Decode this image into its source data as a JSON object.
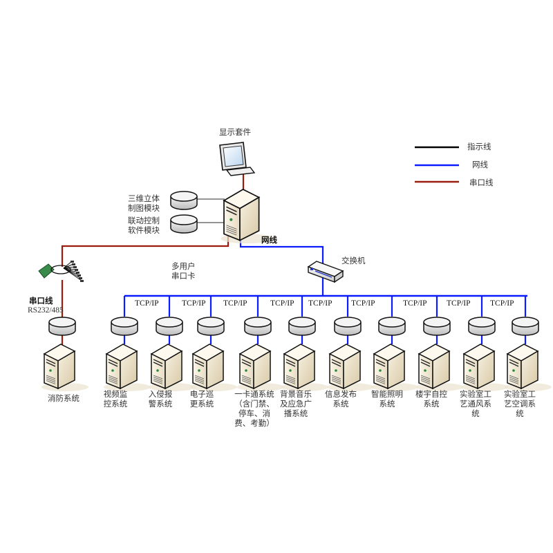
{
  "colors": {
    "indicator_line": "#000000",
    "network_line": "#0a1bff",
    "serial_line": "#9b1c0c"
  },
  "legend": [
    {
      "label": "指示线",
      "color": "#000000"
    },
    {
      "label": "网线",
      "color": "#0a1bff"
    },
    {
      "label": "串口线",
      "color": "#9b1c0c"
    }
  ],
  "display_kit": {
    "label": "显示套件"
  },
  "modules": [
    {
      "label": "三维立体\n制图模块"
    },
    {
      "label": "联动控制\n软件模块"
    }
  ],
  "network_cable_label": "网线",
  "switch_label": "交换机",
  "serial_card_label": "多用户\n串口卡",
  "serial_line_label": "串口线",
  "serial_line_standard": "RS232/485",
  "fire_system": {
    "label": "消防系统"
  },
  "protocol_label": "TCP/IP",
  "subsystems": [
    {
      "label": "视频监\n控系统"
    },
    {
      "label": "入侵报\n警系统"
    },
    {
      "label": "电子巡\n更系统"
    },
    {
      "label": "一卡通系统\n（含门禁、\n停车、消\n费、考勤）"
    },
    {
      "label": "背景音乐\n及应急广\n播系统"
    },
    {
      "label": "信息发布\n系统"
    },
    {
      "label": "智能照明\n系统"
    },
    {
      "label": "楼宇自控\n系统"
    },
    {
      "label": "实验室工\n艺通风系\n统"
    },
    {
      "label": "实验室工\n艺空调系\n统"
    }
  ]
}
